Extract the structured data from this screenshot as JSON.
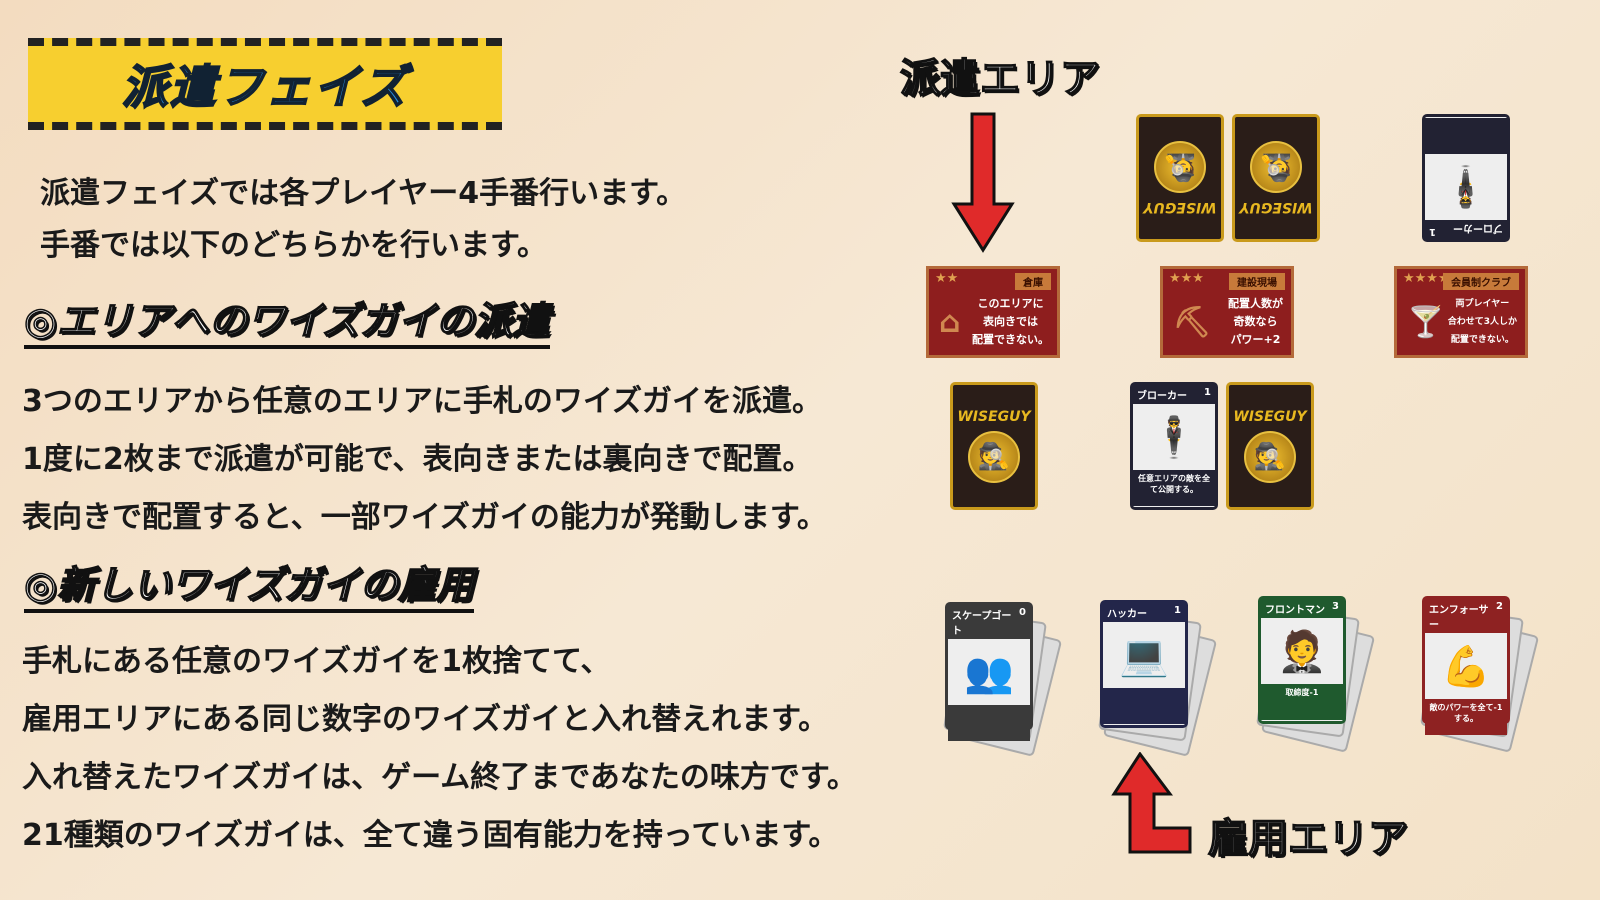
{
  "title": "派遣フェイズ",
  "intro": [
    "派遣フェイズでは各プレイヤー4手番行います。",
    "手番では以下のどちらかを行います。"
  ],
  "section1": {
    "heading": "◎エリアへのワイズガイの派遣",
    "lines": [
      "3つのエリアから任意のエリアに手札のワイズガイを派遣。",
      "1度に2枚まで派遣が可能で、表向きまたは裏向きで配置。",
      "表向きで配置すると、一部ワイズガイの能力が発動します。"
    ]
  },
  "section2": {
    "heading": "◎新しいワイズガイの雇用",
    "lines": [
      "手札にある任意のワイズガイを1枚捨てて、",
      "雇用エリアにある同じ数字のワイズガイと入れ替えれます。",
      "入れ替えたワイズガイは、ゲーム終了まであなたの味方です。",
      "21種類のワイズガイは、全て違う固有能力を持っています。"
    ]
  },
  "labels": {
    "dispatch_area": "派遣エリア",
    "hire_area": "雇用エリア"
  },
  "card_back_text": "WISEGUY",
  "areas": [
    {
      "name": "倉庫",
      "stars": "★★",
      "text": [
        "このエリアに",
        "表向きでは",
        "配置できない。"
      ]
    },
    {
      "name": "建設現場",
      "stars": "★★★",
      "text": [
        "配置人数が",
        "奇数なら",
        "パワー+2"
      ]
    },
    {
      "name": "会員制クラブ",
      "stars": "★★★★",
      "text": [
        "両プレイヤー",
        "合わせて3人しか",
        "配置できない。"
      ]
    }
  ],
  "broker": {
    "name": "ブローカー",
    "number": "1",
    "text": "任意エリアの敵を全て公開する。"
  },
  "hire_cards": [
    {
      "name": "スケープゴート",
      "number": "0",
      "color": "#3a3a3a"
    },
    {
      "name": "ハッカー",
      "number": "1",
      "color": "#23264a"
    },
    {
      "name": "フロントマン",
      "number": "3",
      "color": "#1f5a2e",
      "text": "取締度-1"
    },
    {
      "name": "エンフォーサー",
      "number": "2",
      "color": "#8e2222",
      "text": "敵のパワーを全て-1する。"
    }
  ],
  "colors": {
    "banner": "#f7cf2f",
    "title": "#2a8fe0",
    "arrow": "#e02a2a"
  }
}
